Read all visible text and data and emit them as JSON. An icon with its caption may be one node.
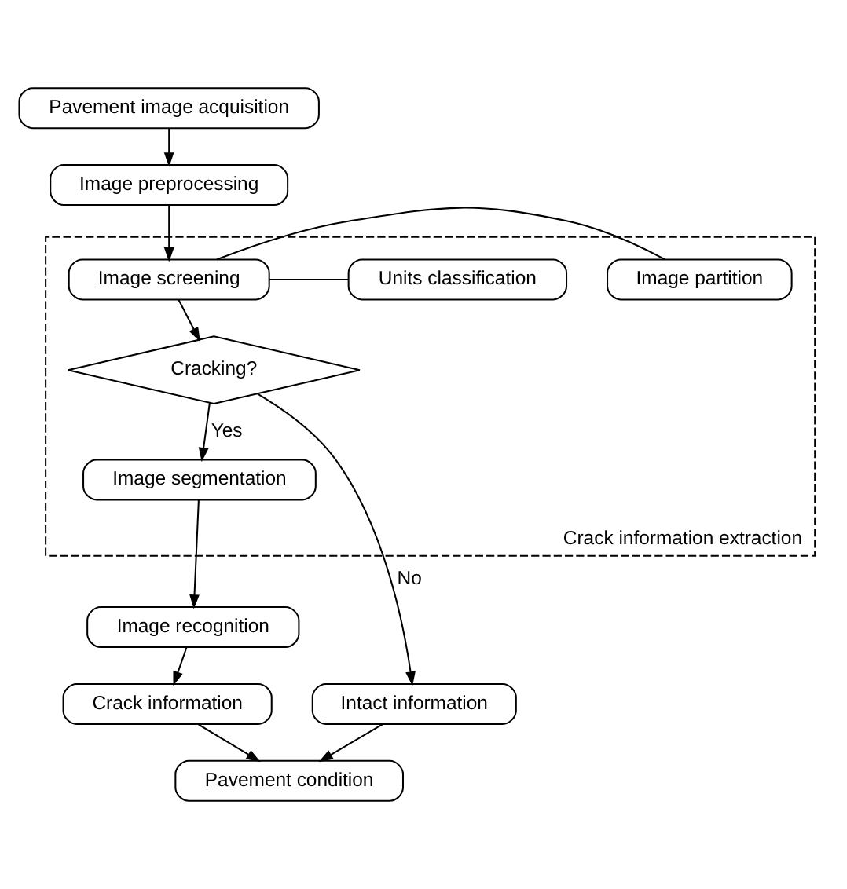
{
  "diagram": {
    "nodes": [
      {
        "text": [
          "Pavement image acquisition"
        ]
      },
      {
        "text": [
          "Image preprocessing"
        ]
      },
      {
        "text": [
          "Crack information extraction"
        ]
      },
      {
        "text": [
          "Image screening"
        ],
        "in": 2
      },
      {
        "text": [
          "Image partition"
        ],
        "in": 2
      },
      {
        "text": [
          "Units classification"
        ],
        "in": 2
      },
      {
        "text": [
          "Cracking?"
        ],
        "in": 2
      },
      {
        "text": [
          "Image segmentation"
        ],
        "in": 2
      },
      {
        "text": [
          "Image recognition"
        ]
      },
      {
        "text": [
          "Crack information"
        ]
      },
      {
        "text": [
          "Intact information"
        ]
      },
      {
        "text": [
          "Pavement condition"
        ]
      }
    ],
    "edges": [
      {
        "from": 0,
        "to": 1,
        "arrow": "to"
      },
      {
        "from": 1,
        "to": 3,
        "arrow": "to"
      },
      {
        "from": 3,
        "to": 4,
        "arrow": "none"
      },
      {
        "from": 3,
        "to": 5,
        "arrow": "none"
      },
      {
        "from": 3,
        "to": 6,
        "arrow": "to"
      },
      {
        "from": 6,
        "to": 7,
        "arrow": "to",
        "label": "Yes"
      },
      {
        "from": 6,
        "to": 10,
        "arrow": "to",
        "label": "No"
      },
      {
        "from": 7,
        "to": 8,
        "arrow": "to"
      },
      {
        "from": 8,
        "to": 9,
        "arrow": "to"
      },
      {
        "from": 9,
        "to": 11,
        "arrow": "to"
      },
      {
        "from": 10,
        "to": 11,
        "arrow": "to"
      }
    ]
  }
}
